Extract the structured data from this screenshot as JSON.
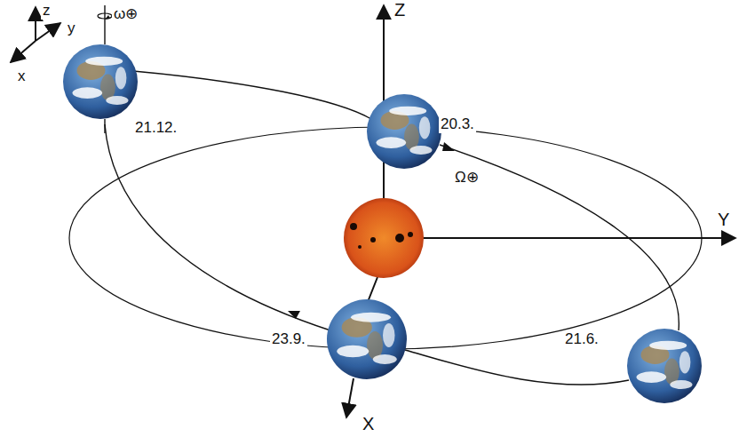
{
  "diagram": {
    "labels": [
      "z",
      "y",
      "x",
      "ω⊕",
      "Z",
      "Y",
      "X",
      "21.12.",
      "20.3.",
      "Ω⊕",
      "23.9.",
      "21.6."
    ]
  }
}
